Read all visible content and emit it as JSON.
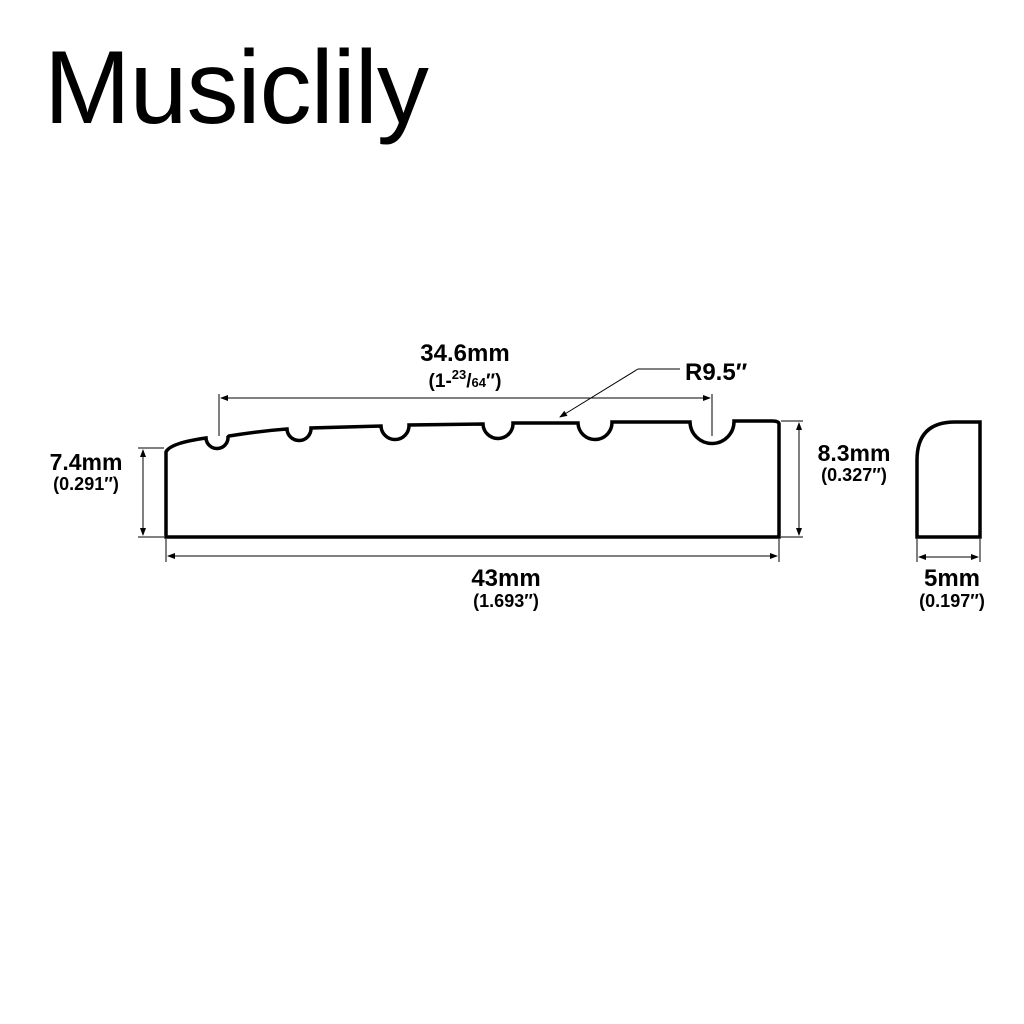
{
  "brand": "Musiclily",
  "dimensions": {
    "string_spread": {
      "metric": "34.6mm",
      "imperial_prefix": "(1-",
      "imperial_num": "23",
      "imperial_den": "64",
      "imperial_suffix": "″)"
    },
    "radius": "R9.5″",
    "low_height": {
      "metric": "7.4mm",
      "imperial": "(0.291″)"
    },
    "high_height": {
      "metric": "8.3mm",
      "imperial": "(0.327″)"
    },
    "length": {
      "metric": "43mm",
      "imperial": "(1.693″)"
    },
    "width": {
      "metric": "5mm",
      "imperial": "(0.197″)"
    }
  },
  "colors": {
    "line": "#000000",
    "background": "#ffffff"
  }
}
